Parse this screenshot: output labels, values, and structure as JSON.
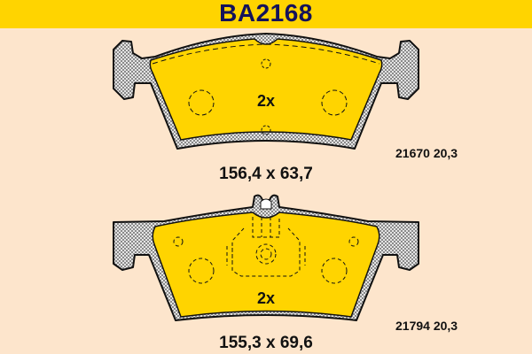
{
  "header": {
    "title": "BA2168",
    "background": "#ffd400",
    "title_color": "#14125a"
  },
  "pads": [
    {
      "quantity": "2x",
      "dimensions": "156,4 x 63,7",
      "code": "21670 20,3"
    },
    {
      "quantity": "2x",
      "dimensions": "155,3 x 69,6",
      "code": "21794 20,3"
    }
  ],
  "colors": {
    "friction": "#ffd400",
    "backplate": "#a8a8a8",
    "background": "#fde5cc",
    "outline": "#111111"
  }
}
